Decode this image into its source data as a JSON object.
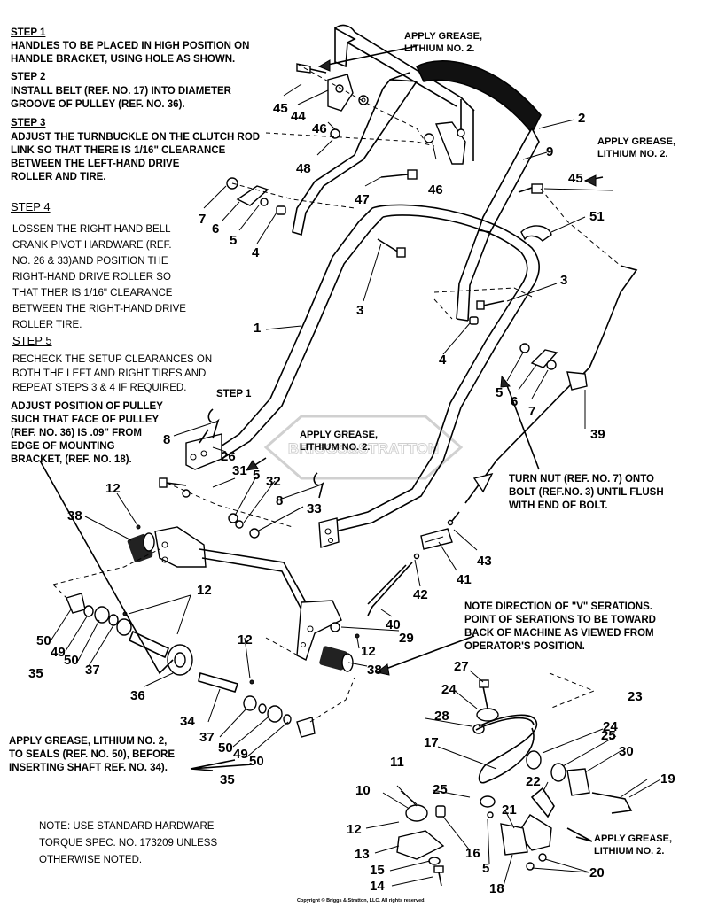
{
  "steps": {
    "step1": {
      "head": "STEP 1",
      "text": "HANDLES TO BE PLACED IN HIGH POSITION ON\nHANDLE BRACKET, USING HOLE AS SHOWN."
    },
    "step2": {
      "head": "STEP 2",
      "text": "INSTALL BELT (REF. NO. 17) INTO  DIAMETER\nGROOVE OF PULLEY (REF. NO. 36)."
    },
    "step3": {
      "head": "STEP 3",
      "text": "ADJUST THE TURNBUCKLE ON THE CLUTCH ROD\nLINK SO THAT THERE IS 1/16\" CLEARANCE\nBETWEEN THE LEFT-HAND DRIVE\nROLLER AND TIRE."
    },
    "step4": {
      "head": "STEP 4",
      "text": "LOSSEN THE RIGHT HAND BELL\nCRANK PIVOT HARDWARE (REF.\nNO. 26 & 33)AND POSITION THE\nRIGHT-HAND DRIVE ROLLER SO\nTHAT THER IS 1/16\" CLEARANCE\nBETWEEN THE RIGHT-HAND DRIVE\nROLLER TIRE."
    },
    "step5": {
      "head": "STEP 5",
      "text": "RECHECK THE SETUP CLEARANCES ON\nBOTH THE LEFT AND RIGHT TIRES AND\nREPEAT STEPS 3 & 4 IF REQUIRED."
    }
  },
  "notes": {
    "pulley": "ADJUST POSITION OF PULLEY\nSUCH THAT FACE OF PULLEY\n(REF. NO. 36) IS .09\" FROM\nEDGE OF MOUNTING\nBRACKET, (REF. NO. 18).",
    "step1_callout": "STEP 1",
    "grease": "APPLY GREASE,\nLITHIUM NO. 2.",
    "turn_nut": "TURN NUT (REF. NO. 7) ONTO\nBOLT  (REF.NO. 3) UNTIL FLUSH\nWITH END OF BOLT.",
    "v_serations": "NOTE DIRECTION OF \"V\" SERATIONS.\nPOINT OF  SERATIONS   TO BE TOWARD\nBACK OF MACHINE AS VIEWED FROM\nOPERATOR'S POSITION.",
    "seals": "APPLY GREASE, LITHIUM NO. 2,\nTO SEALS (REF. NO. 50), BEFORE\nINSERTING SHAFT REF. NO. 34).",
    "hardware": "NOTE: USE STANDARD HARDWARE\nTORQUE SPEC. NO. 173209 UNLESS\nOTHERWISE NOTED.",
    "copyright": "Copyright © Briggs & Stratton, LLC. All rights reserved.",
    "watermark": "BRIGGS&STRATTON"
  },
  "refs": {
    "r45a": "45",
    "r44": "44",
    "r46a": "46",
    "r48": "48",
    "r2": "2",
    "r9": "9",
    "r45b": "45",
    "r46b": "46",
    "r47": "47",
    "r7a": "7",
    "r6a": "6",
    "r5a": "5",
    "r4a": "4",
    "r51": "51",
    "r3a": "3",
    "r3b": "3",
    "r1": "1",
    "r4b": "4",
    "r5b": "5",
    "r6b": "6",
    "r7b": "7",
    "r39": "39",
    "r8a": "8",
    "r26": "26",
    "r31": "31",
    "r5c": "5",
    "r32": "32",
    "r8b": "8",
    "r33": "33",
    "r12a": "12",
    "r38a": "38",
    "r43": "43",
    "r41": "41",
    "r42": "42",
    "r40": "40",
    "r29": "29",
    "r12b": "12",
    "r38b": "38",
    "r12c": "12",
    "r50a": "50",
    "r49a": "49",
    "r50b": "50",
    "r35a": "35",
    "r37a": "37",
    "r36": "36",
    "r12d": "12",
    "r34": "34",
    "r37b": "37",
    "r50c": "50",
    "r49b": "49",
    "r50d": "50",
    "r35b": "35",
    "r27": "27",
    "r23": "23",
    "r24a": "24",
    "r28": "28",
    "r24b": "24",
    "r25a": "25",
    "r30": "30",
    "r17": "17",
    "r11": "11",
    "r22": "22",
    "r19": "19",
    "r10": "10",
    "r25b": "25",
    "r21": "21",
    "r12e": "12",
    "r16": "16",
    "r13": "13",
    "r5d": "5",
    "r15": "15",
    "r14": "14",
    "r18": "18",
    "r20": "20"
  }
}
